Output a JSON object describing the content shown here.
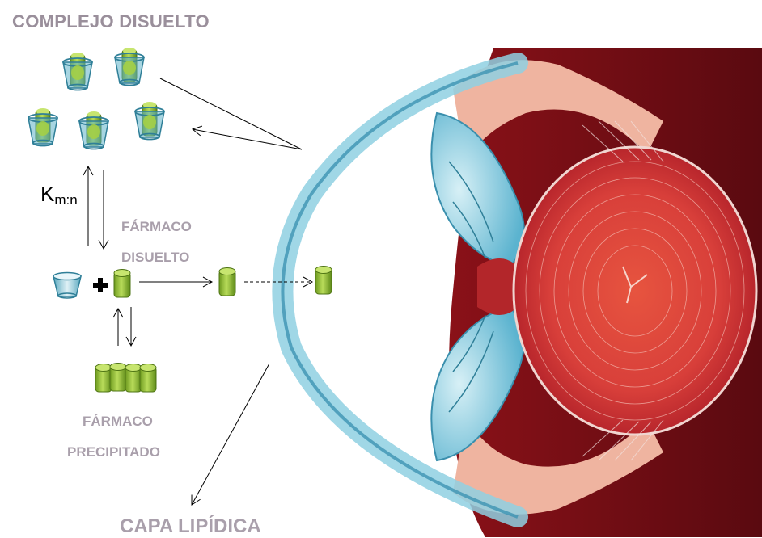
{
  "title": "COMPLEJO DISUELTO",
  "equilibrium_constant": {
    "symbol": "K",
    "subscript": "m:n"
  },
  "dissolved_drug": {
    "line1": "FÁRMACO",
    "line2": "DISUELTO"
  },
  "precipitated_drug": {
    "line1": "FÁRMACO",
    "line2": "PRECIPITADO"
  },
  "lipid_layer": "CAPA LIPÍDICA",
  "plus_symbol": "+",
  "colors": {
    "label_gray": "#a99fab",
    "cyclodextrin": "#5fb3c9",
    "drug_green": "#8ec63f",
    "cornea_blue": "#6cc3d9",
    "eye_red": "#d8463c"
  },
  "icons": [
    "cyclodextrin-complex-icon",
    "cyclodextrin-icon",
    "drug-molecule-icon",
    "eye-cross-section-illustration"
  ]
}
